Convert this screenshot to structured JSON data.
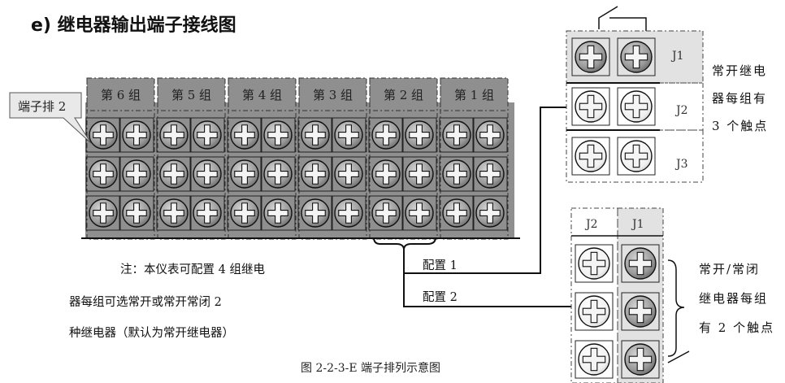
{
  "heading": "e)  继电器输出端子接线图",
  "terminal_block": {
    "label": "端子排 2",
    "groups": [
      "第 6 组",
      "第 5 组",
      "第 4 组",
      "第 3 组",
      "第 2 组",
      "第 1 组"
    ]
  },
  "note_lines": [
    "注：本仪表可配置 4 组继电",
    "器每组可选常开或常开常闭  2",
    "种继电器（默认为常开继电器）"
  ],
  "config_labels": [
    "配置 1",
    "配置 2"
  ],
  "detail_top": {
    "jumpers": [
      "J1",
      "J2",
      "J3"
    ],
    "desc": [
      "常开继电",
      "器每组有",
      "3 个触点"
    ]
  },
  "detail_bottom": {
    "jumpers": [
      "J2",
      "J1"
    ],
    "desc": [
      "常开/常闭",
      "继电器每组",
      "有 2 个触点"
    ]
  },
  "caption": "图  2-2-3-E  端子排列示意图"
}
